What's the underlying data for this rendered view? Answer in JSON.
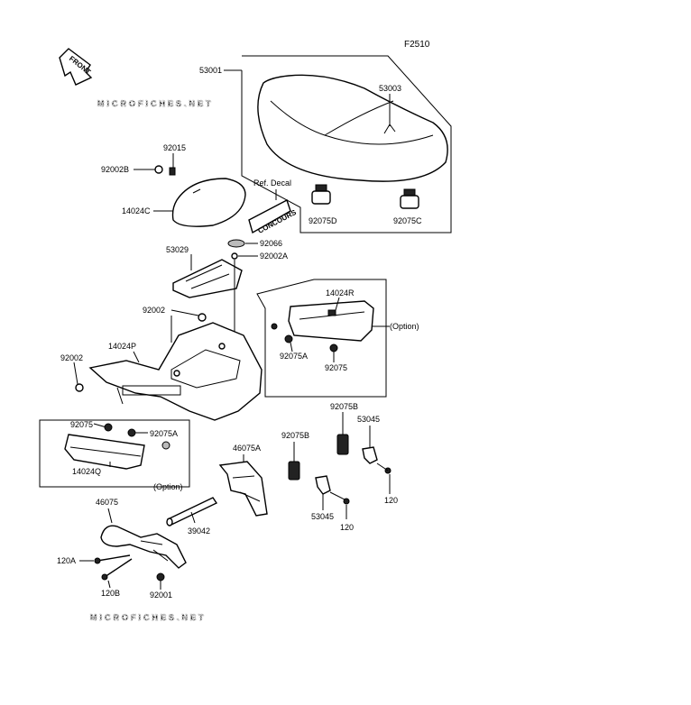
{
  "figure_code": "F2510",
  "watermark": "MICROFICHES.NET",
  "front_arrow_label": "FRONT",
  "decal_text": "CONCOURS",
  "labels": {
    "p53001": "53001",
    "p53003": "53003",
    "p92075D": "92075D",
    "p92075C": "92075C",
    "p92015": "92015",
    "p92002B": "92002B",
    "p14024C": "14024C",
    "refDecal": "Ref. Decal",
    "p92066": "92066",
    "p92002A": "92002A",
    "p53029": "53029",
    "p92002a": "92002",
    "p14024R": "14024R",
    "optionRight": "(Option)",
    "p92075A_r": "92075A",
    "p92075_r": "92075",
    "p92002b": "92002",
    "p14024P": "14024P",
    "p92075B_a": "92075B",
    "p53045_a": "53045",
    "p92075_l": "92075",
    "p92075A_l": "92075A",
    "p92075B_b": "92075B",
    "p46075A": "46075A",
    "p14024Q": "14024Q",
    "optionLeft": "(Option)",
    "p120_a": "120",
    "p46075": "46075",
    "p39042": "39042",
    "p53045_b": "53045",
    "p120_b": "120",
    "p120A": "120A",
    "p120B": "120B",
    "p92001": "92001"
  }
}
